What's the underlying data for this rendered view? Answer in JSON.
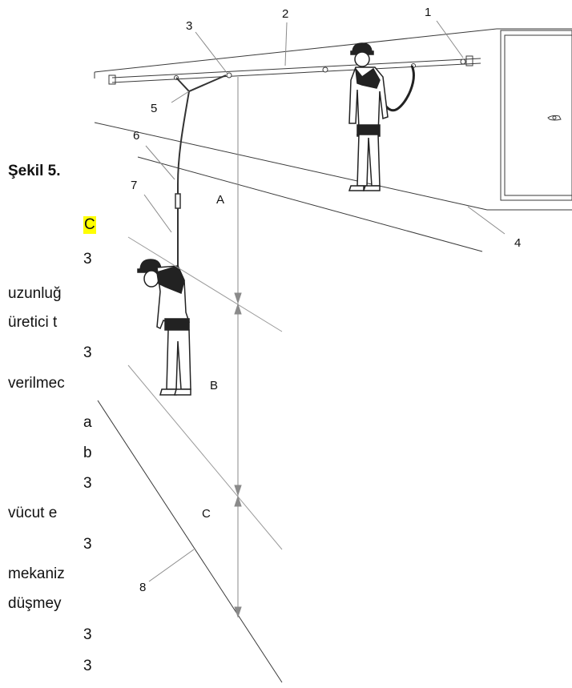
{
  "document": {
    "caption": "Şekil 5.",
    "highlight_fragment": "C",
    "fragments": [
      "3",
      "uzunluğ",
      "üretici t",
      "3",
      "verilmec",
      "a",
      "b",
      "3",
      "vücut e",
      "3",
      "mekaniz",
      "düşmey",
      "3",
      "3"
    ]
  },
  "figure": {
    "callouts": [
      "1",
      "2",
      "3",
      "4",
      "5",
      "6",
      "7",
      "8"
    ],
    "zones": [
      "A",
      "B",
      "C"
    ],
    "colors": {
      "line": "#3a3a3a",
      "light_line": "#9a9a9a",
      "harness": "#222222",
      "highlight": "#ffff00"
    }
  }
}
